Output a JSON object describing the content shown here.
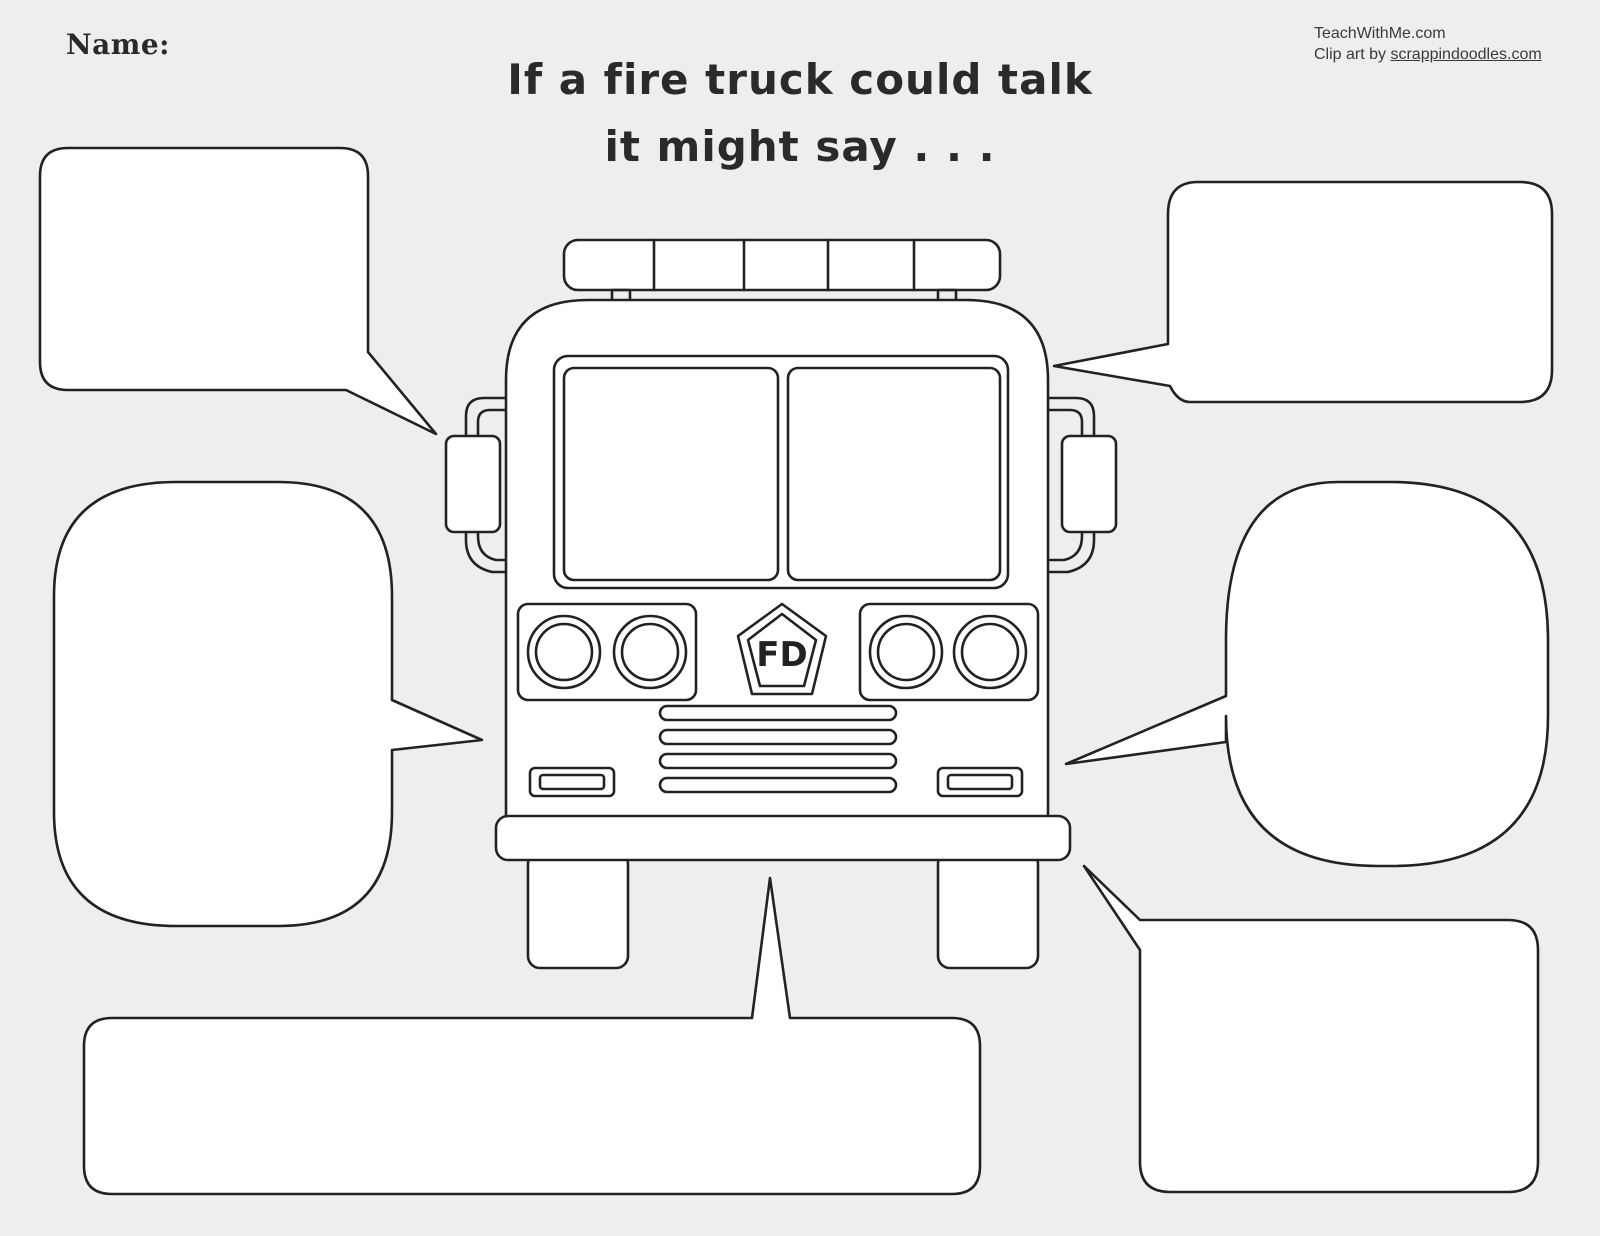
{
  "header": {
    "name_label": "Name:",
    "credit_site": "TeachWithMe.com",
    "credit_prefix": "Clip art by ",
    "credit_link": "scrappindoodles.com"
  },
  "title": {
    "line1": "If a fire truck could talk",
    "line2": "it might say . . ."
  },
  "truck": {
    "badge_text": "FD"
  },
  "speech_bubbles": [
    {
      "id": "top-left",
      "text": ""
    },
    {
      "id": "top-right",
      "text": ""
    },
    {
      "id": "middle-left",
      "text": ""
    },
    {
      "id": "middle-right",
      "text": ""
    },
    {
      "id": "bottom-left",
      "text": ""
    },
    {
      "id": "bottom-right",
      "text": ""
    }
  ]
}
